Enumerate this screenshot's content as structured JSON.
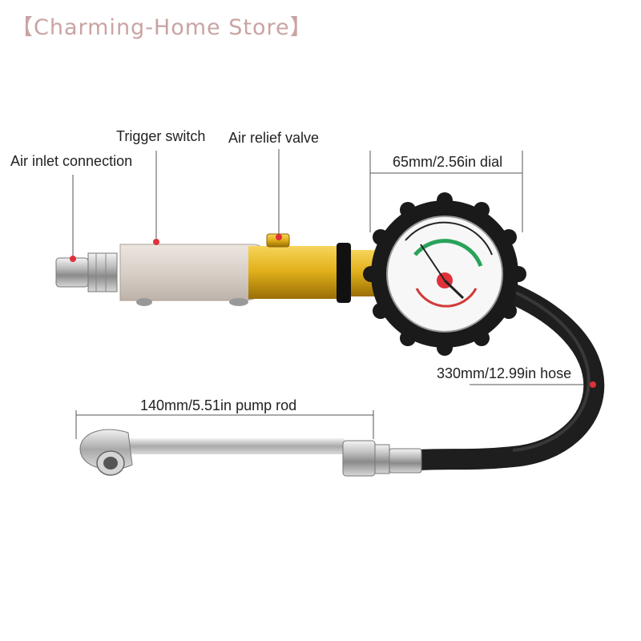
{
  "store_name": "【Charming-Home Store】",
  "labels": {
    "trigger_switch": "Trigger switch",
    "air_relief_valve": "Air relief valve",
    "air_inlet_connection": "Air inlet connection",
    "dial": "65mm/2.56in dial",
    "hose": "330mm/12.99in hose",
    "pump_rod": "140mm/5.51in pump rod"
  },
  "colors": {
    "marker": "#e0303a",
    "brass": "#e3b21c",
    "hose": "#1e1e1e",
    "store_text": "#c9a3a3"
  }
}
